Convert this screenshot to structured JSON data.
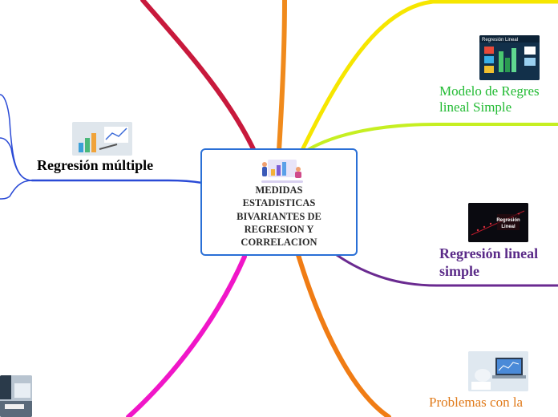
{
  "central": {
    "title": "MEDIDAS\nESTADISTICAS\nBIVARIANTES DE\nREGRESION Y\nCORRELACION"
  },
  "nodes": {
    "regresion_multiple": {
      "label": "Regresión múltiple",
      "color": "#000000"
    },
    "modelo_regresion": {
      "line1": "Modelo de Regres",
      "line2": "lineal  Simple",
      "color": "#22bb33"
    },
    "regresion_lineal_simple": {
      "line1": "Regresión lineal",
      "line2": "simple",
      "color": "#5a2a88"
    },
    "problemas": {
      "line1": "Problemas con la",
      "color": "#e07a1a"
    }
  },
  "images": {
    "modelo_thumb_caption": "Regresión Lineal",
    "regresion_thumb_caption": "Regresión\nLineal"
  },
  "branch_colors": {
    "crimson": "#c8193c",
    "orange_top": "#f08a1c",
    "yellow": "#f6e600",
    "lime": "#c6ef22",
    "purple": "#6a2a90",
    "orange_bottom": "#f07c14",
    "magenta": "#f016c8",
    "blue": "#2a4ad6"
  }
}
